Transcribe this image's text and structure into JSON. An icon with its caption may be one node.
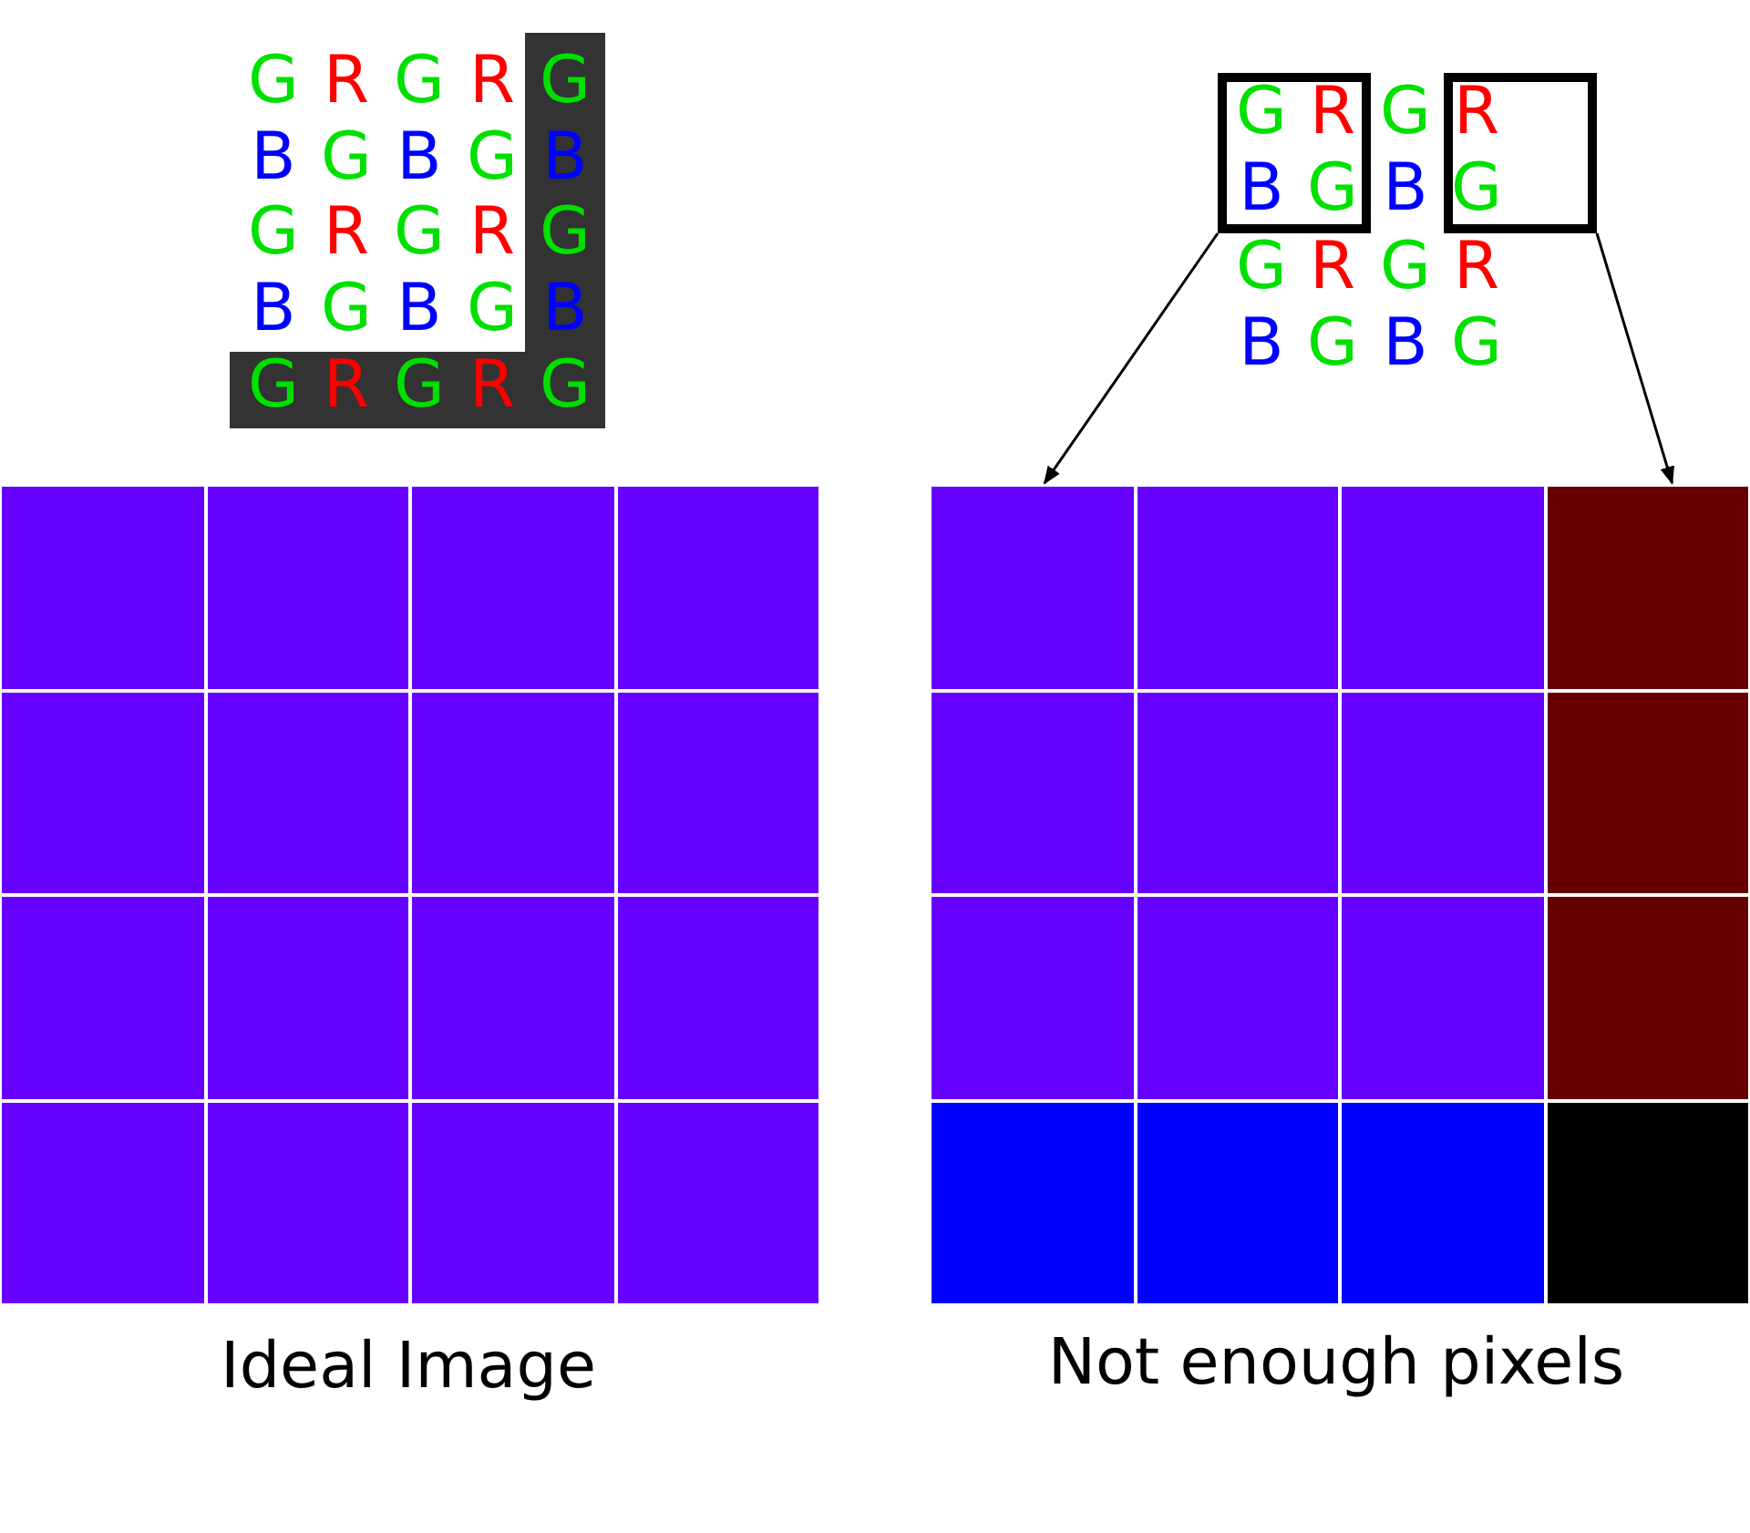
{
  "diagram": {
    "nodes": [
      {
        "text": [
          "G",
          "R",
          "B",
          "G"
        ]
      },
      {
        "text": [
          "R",
          "G"
        ]
      },
      {
        "text": [],
        "shape": "box"
      },
      {
        "text": [],
        "shape": "box"
      },
      {
        "text": [],
        "shape": "box"
      },
      {
        "text": [],
        "shape": "box"
      },
      {
        "text": [],
        "shape": "box"
      },
      {
        "text": [],
        "shape": "box"
      },
      {
        "text": [],
        "shape": "box"
      },
      {
        "text": [],
        "shape": "box"
      },
      {
        "text": [],
        "shape": "box"
      },
      {
        "text": [],
        "shape": "box"
      },
      {
        "text": [],
        "shape": "box"
      },
      {
        "text": [],
        "shape": "box"
      },
      {
        "text": [],
        "shape": "box"
      },
      {
        "text": [],
        "shape": "box"
      },
      {
        "text": [],
        "shape": "box"
      },
      {
        "text": [],
        "shape": "box"
      },
      {
        "text": [],
        "shape": "box"
      },
      {
        "text": [],
        "shape": "box"
      },
      {
        "text": [],
        "shape": "box"
      },
      {
        "text": [],
        "shape": "box"
      },
      {
        "text": [],
        "shape": "box"
      },
      {
        "text": [],
        "shape": "box"
      },
      {
        "text": [],
        "shape": "box"
      },
      {
        "text": [],
        "shape": "box"
      },
      {
        "text": [],
        "shape": "box"
      },
      {
        "text": [],
        "shape": "box"
      },
      {
        "text": [],
        "shape": "box"
      },
      {
        "text": [],
        "shape": "box"
      },
      {
        "text": [],
        "shape": "box"
      },
      {
        "text": [],
        "shape": "box"
      },
      {
        "text": [],
        "shape": "box"
      },
      {
        "text": [],
        "shape": "box"
      }
    ],
    "edges": [
      {
        "from": 0,
        "to": 18,
        "arrow": "to"
      },
      {
        "from": 1,
        "to": 21,
        "arrow": "to"
      }
    ],
    "labels": [
      "G",
      "R",
      "G",
      "R",
      "G",
      "B",
      "G",
      "B",
      "G",
      "B",
      "G",
      "R",
      "G",
      "R",
      "G",
      "B",
      "G",
      "B",
      "G",
      "B",
      "G",
      "R",
      "G",
      "R",
      "G",
      "G",
      "B",
      "G",
      "R",
      "G",
      "R",
      "B",
      "G",
      "B",
      "G",
      "Ideal Image",
      "Not enough pixels"
    ]
  }
}
